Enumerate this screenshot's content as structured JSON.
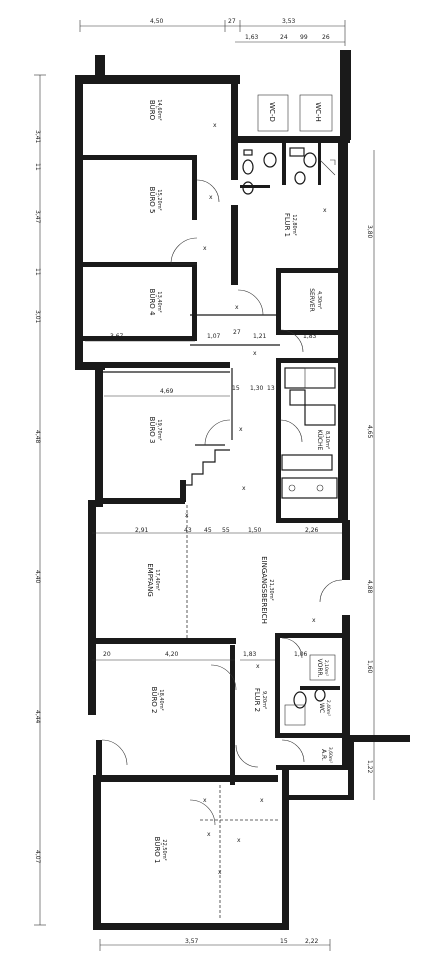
{
  "rooms": [
    {
      "key": "buero_top",
      "name": "BÜRO",
      "sub": "14,60m²"
    },
    {
      "key": "buero5",
      "name": "BÜRO 5",
      "sub": "15,20m²"
    },
    {
      "key": "flur1",
      "name": "FLUR 1",
      "sub": "12,80m²"
    },
    {
      "key": "wc_d",
      "name": "WC-D",
      "sub": ""
    },
    {
      "key": "wc_h",
      "name": "WC-H",
      "sub": ""
    },
    {
      "key": "buero4",
      "name": "BÜRO 4",
      "sub": "13,40m²"
    },
    {
      "key": "server",
      "name": "SERVER",
      "sub": "4,30m²"
    },
    {
      "key": "buero3",
      "name": "BÜRO 3",
      "sub": "19,70m²"
    },
    {
      "key": "kueche",
      "name": "KÜCHE",
      "sub": "8,10m²"
    },
    {
      "key": "empfang",
      "name": "EMPFANG",
      "sub": "17,40m²"
    },
    {
      "key": "eingang",
      "name": "EINGANGSBEREICH",
      "sub": "21,30m²"
    },
    {
      "key": "buero2",
      "name": "BÜRO 2",
      "sub": "18,40m²"
    },
    {
      "key": "flur2",
      "name": "FLUR 2",
      "sub": "9,20m²"
    },
    {
      "key": "vorr",
      "name": "VORR.",
      "sub": "2,10m²"
    },
    {
      "key": "wc",
      "name": "WC",
      "sub": "2,40m²"
    },
    {
      "key": "ar",
      "name": "A.R.",
      "sub": "3,60m²"
    },
    {
      "key": "buero1",
      "name": "BÜRO 1",
      "sub": "22,50m²"
    }
  ],
  "dimensions": {
    "top": [
      "4,50",
      "27",
      "3,53"
    ],
    "top_sub": [
      "1,63",
      "24",
      "99",
      "26"
    ],
    "mid1": [
      "3,67",
      "1,07",
      "27",
      "1,21",
      "1,83"
    ],
    "mid2": [
      "4,69",
      "15",
      "1,30",
      "13"
    ],
    "mid3": [
      "2,91",
      "43",
      "45",
      "55",
      "1,50",
      "2,26"
    ],
    "mid4": [
      "20",
      "4,20",
      "1,83",
      "1,06"
    ],
    "bottom": [
      "3,57",
      "15",
      "2,22"
    ],
    "left": [
      "3,41",
      "11",
      "3,47",
      "11",
      "3,01",
      "4,48",
      "4,40",
      "4,44",
      "4,07"
    ],
    "right": [
      "3,80",
      "4,65",
      "4,88",
      "1,60",
      "1,22"
    ]
  }
}
